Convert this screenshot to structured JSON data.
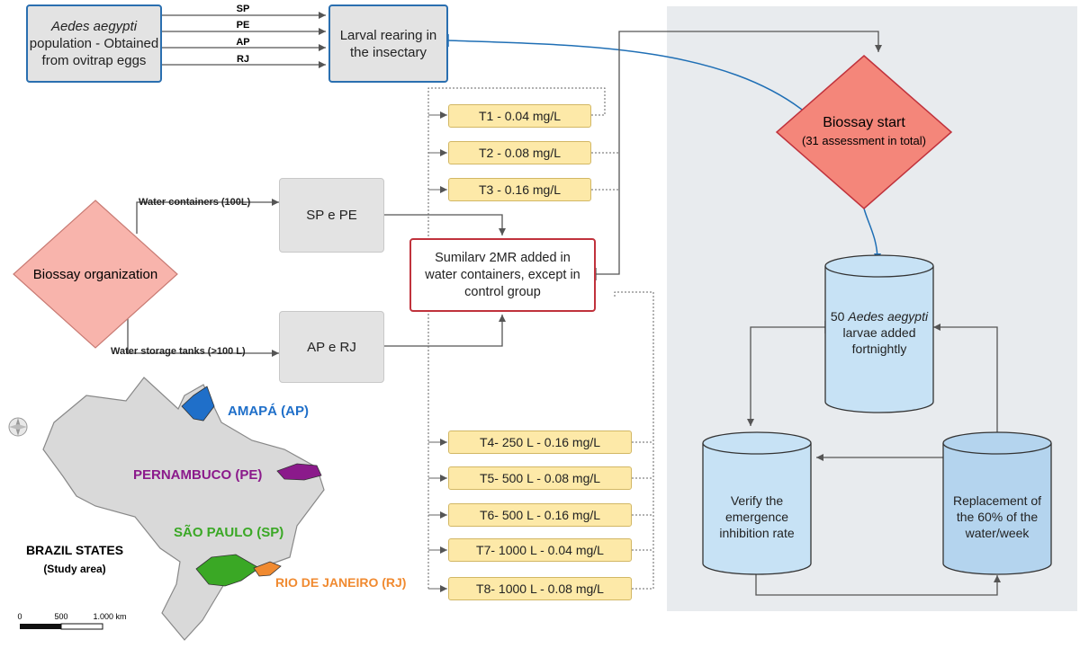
{
  "source": {
    "species": "Aedes aegypti",
    "rest": "population - Obtained from ovitrap eggs"
  },
  "source_states": [
    "SP",
    "PE",
    "AP",
    "RJ"
  ],
  "rearing": "Larval rearing in the insectary",
  "treatments_top": [
    "T1 - 0.04 mg/L",
    "T2 - 0.08 mg/L",
    "T3 - 0.16 mg/L"
  ],
  "treatments_bottom": [
    "T4- 250 L - 0.16 mg/L",
    "T5- 500 L - 0.08 mg/L",
    "T6- 500 L - 0.16 mg/L",
    "T7- 1000 L - 0.04 mg/L",
    "T8- 1000 L - 0.08 mg/L"
  ],
  "organization": "Biossay organization",
  "water_containers": "Water containers (100L)",
  "water_storage": "Water storage tanks (>100 L)",
  "sp_pe": "SP e PE",
  "ap_rj": "AP e RJ",
  "sumilarv": "Sumilarv 2MR added in water containers, except in control group",
  "start": {
    "title": "Biossay start",
    "sub": "(31 assessment in total)"
  },
  "larvae": {
    "num": "50",
    "species": "Aedes aegypti",
    "mid": "larvae",
    "end": "added fortnightly"
  },
  "verify": "Verify the emergence inhibition rate",
  "replace": "Replacement of the 60% of the water/week",
  "map": {
    "title": "BRAZIL STATES",
    "subtitle": "(Study area)",
    "states": [
      {
        "label": "AMAPÁ (AP)",
        "color": "#1f6fc9"
      },
      {
        "label": "PERNAMBUCO (PE)",
        "color": "#8b1a8b"
      },
      {
        "label": "SÃO PAULO (SP)",
        "color": "#3aa825"
      },
      {
        "label": "RIO DE JANEIRO (RJ)",
        "color": "#f08a30"
      }
    ],
    "scale": [
      "0",
      "500",
      "1.000 km"
    ]
  },
  "colors": {
    "panel": "#e8ebee",
    "diamond_red": "#f4867a",
    "diamond_pink": "#f8b4ac",
    "cylinder": "#c7e2f5",
    "cylinder_dark": "#b4d4ee"
  }
}
